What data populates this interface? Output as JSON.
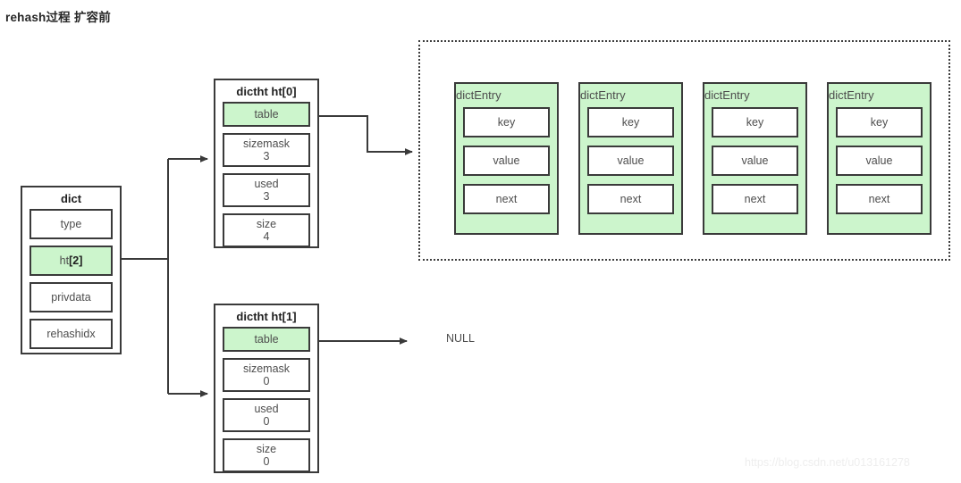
{
  "title": "rehash过程  扩容前",
  "colors": {
    "highlight_green": "#ccf5cc",
    "border": "#3a3a3a",
    "text": "#4d4d4d",
    "watermark": "#eeeeee"
  },
  "dict": {
    "caption": "dict",
    "fields": [
      {
        "label": "type",
        "value": "",
        "highlighted": false
      },
      {
        "label": "ht ",
        "value": "",
        "bold_suffix": "[2]",
        "highlighted": true
      },
      {
        "label": "privdata",
        "value": "",
        "highlighted": false
      },
      {
        "label": "rehashidx",
        "value": "",
        "highlighted": false
      }
    ]
  },
  "dictht": [
    {
      "caption": "dictht ht[0]",
      "fields": [
        {
          "label": "table",
          "value": "",
          "highlighted": true
        },
        {
          "label": "sizemask",
          "value": "3",
          "highlighted": false
        },
        {
          "label": "used",
          "value": "3",
          "highlighted": false
        },
        {
          "label": "size",
          "value": "4",
          "highlighted": false
        }
      ]
    },
    {
      "caption": "dictht ht[1]",
      "fields": [
        {
          "label": "table",
          "value": "",
          "highlighted": true
        },
        {
          "label": "sizemask",
          "value": "0",
          "highlighted": false
        },
        {
          "label": "used",
          "value": "0",
          "highlighted": false
        },
        {
          "label": "size",
          "value": "0",
          "highlighted": false
        }
      ]
    }
  ],
  "entries": [
    {
      "caption": "dictEntry",
      "fields": [
        "key",
        "value",
        "next"
      ]
    },
    {
      "caption": "dictEntry",
      "fields": [
        "key",
        "value",
        "next"
      ]
    },
    {
      "caption": "dictEntry",
      "fields": [
        "key",
        "value",
        "next"
      ]
    },
    {
      "caption": "dictEntry",
      "fields": [
        "key",
        "value",
        "next"
      ]
    }
  ],
  "null_label": "NULL",
  "watermark": "https://blog.csdn.net/u013161278"
}
